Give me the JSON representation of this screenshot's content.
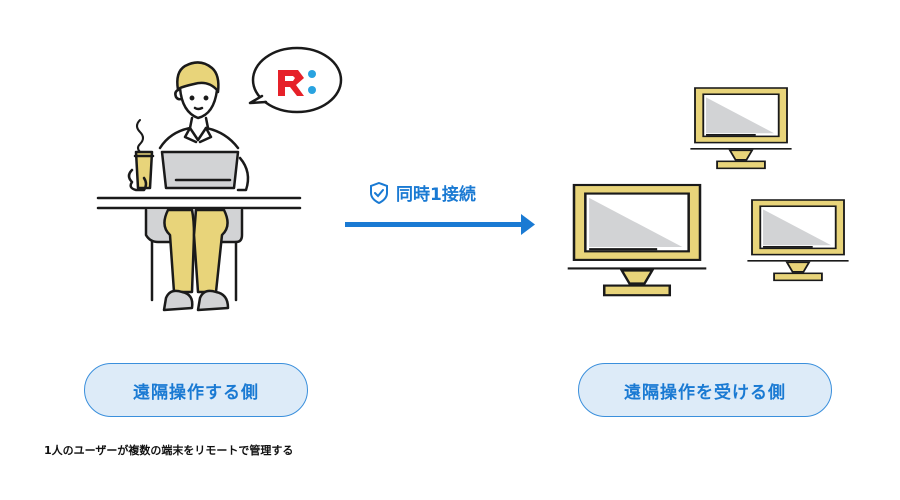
{
  "operator": {
    "label": "遠隔操作する側",
    "speech_bubble_logo": "R:"
  },
  "connection": {
    "label": "同時1接続",
    "icon": "shield-check-icon",
    "arrow_color": "#1a7ad3"
  },
  "receiver": {
    "label": "遠隔操作を受ける側",
    "monitor_count": 3
  },
  "caption": "1人のユーザーが複数の端末をリモートで管理する",
  "colors": {
    "accent_blue": "#1a7ad3",
    "pill_bg": "#ddebf8",
    "yellow": "#e8d47a",
    "gray": "#d2d3d5",
    "logo_red": "#e62129",
    "logo_blue": "#29a3e0"
  }
}
